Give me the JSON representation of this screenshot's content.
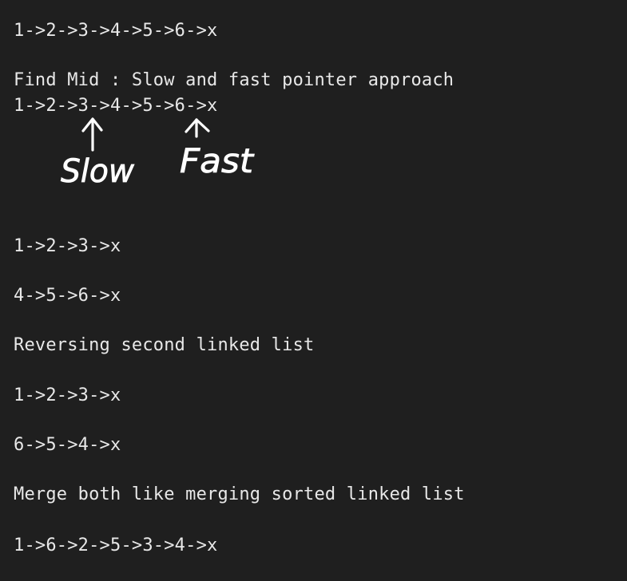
{
  "notes": {
    "lines": [
      "1->2->3->4->5->6->x",
      "Find Mid : Slow and fast pointer approach",
      "1->2->3->4->5->6->x",
      "1->2->3->x",
      "4->5->6->x",
      "Reversing second linked list",
      "1->2->3->x",
      "6->5->4->x",
      "Merge both like merging sorted linked list",
      "1->6->2->5->3->4->x"
    ]
  },
  "annotations": {
    "slow_label": "Slow",
    "fast_label": "Fast"
  },
  "colors": {
    "background": "#1f1f1f",
    "text": "#e8e8e8",
    "ink": "#ffffff"
  }
}
